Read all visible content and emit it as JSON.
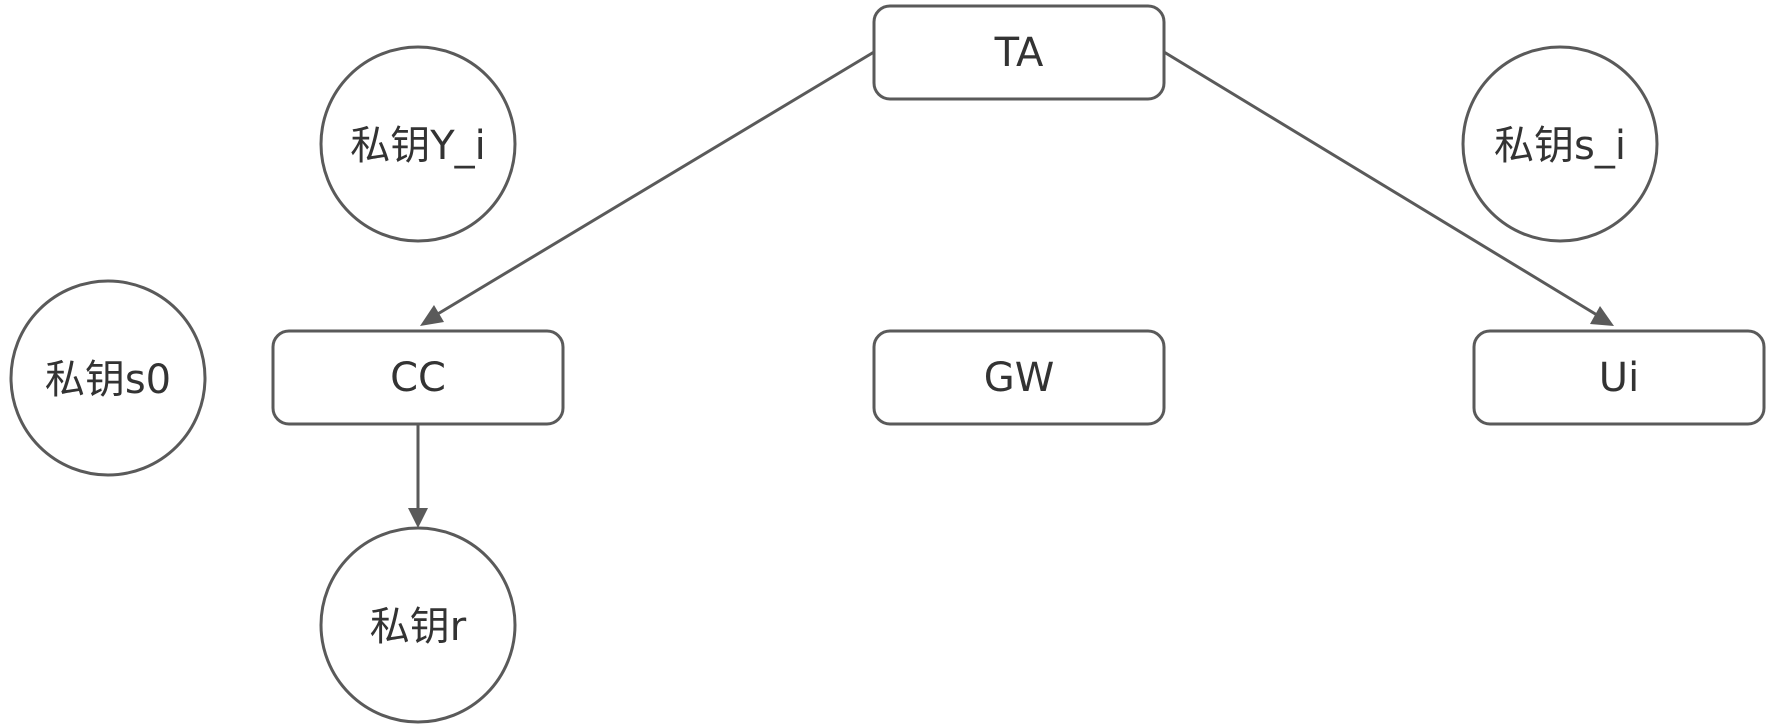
{
  "nodes": {
    "ta": "TA",
    "cc": "CC",
    "gw": "GW",
    "ui": "Ui",
    "key_y_i": "私钥Y_i",
    "key_s_i": "私钥s_i",
    "key_s0": "私钥s0",
    "key_r": "私钥r"
  },
  "edges": [
    {
      "from": "TA",
      "to": "CC"
    },
    {
      "from": "TA",
      "to": "Ui"
    },
    {
      "from": "CC",
      "to": "私钥r"
    }
  ]
}
